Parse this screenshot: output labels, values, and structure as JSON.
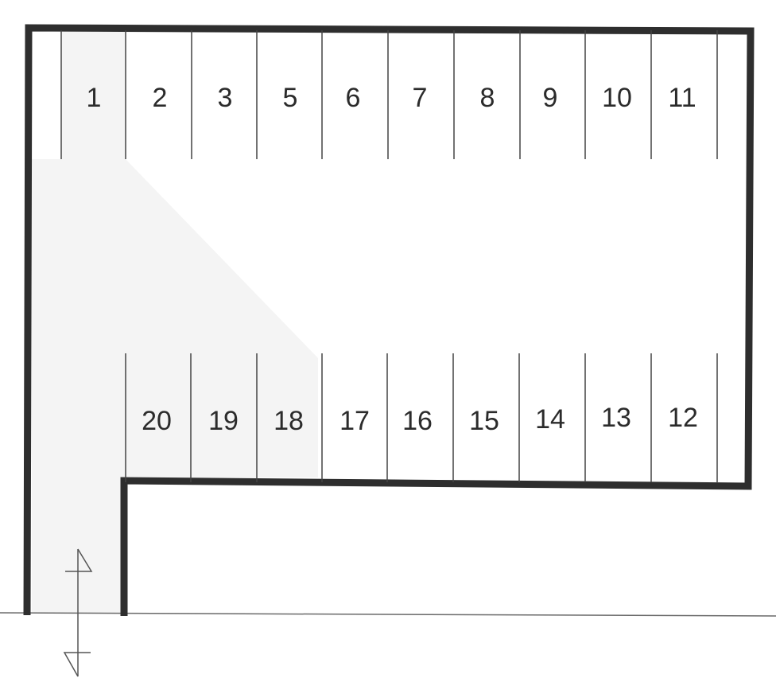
{
  "colors": {
    "wall": "#2e2e2e",
    "divider": "#444444",
    "road_line": "#6a6a6a",
    "drive_lane_tint": "#f4f4f4"
  },
  "top_row_spaces": [
    "1",
    "2",
    "3",
    "5",
    "6",
    "7",
    "8",
    "9",
    "10",
    "11"
  ],
  "bottom_row_spaces": [
    "20",
    "19",
    "18",
    "17",
    "16",
    "15",
    "14",
    "13",
    "12"
  ],
  "entrance_symbol": "two-way-arrow-icon"
}
